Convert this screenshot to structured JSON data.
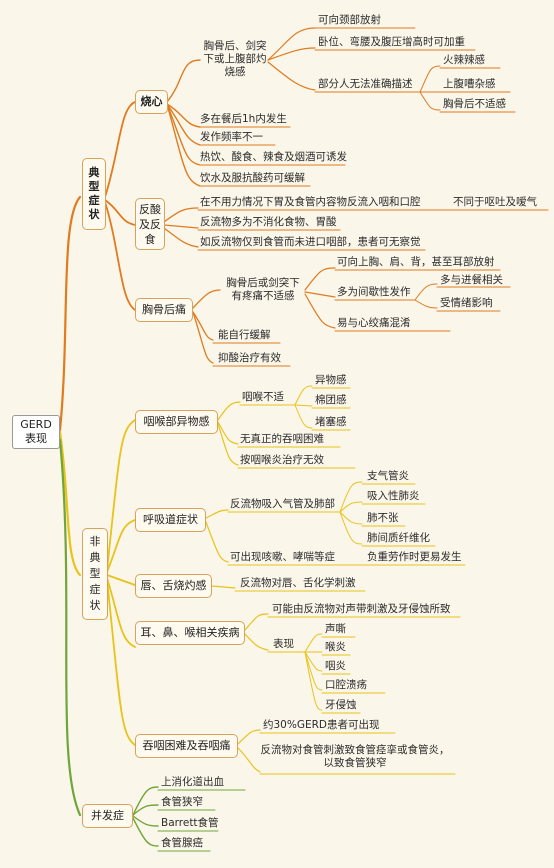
{
  "root": "GERD 表现",
  "typical": {
    "label": "典型症状",
    "heartburn": {
      "label": "烧心",
      "desc": "胸骨后、剑突下或上腹部灼烧感",
      "radiate": "可向颈部放射",
      "posture": "卧位、弯腰及腹压增高时可加重",
      "unclear": "部分人无法准确描述",
      "unclear_items": [
        "火辣辣感",
        "上腹嘈杂感",
        "胸骨后不适感"
      ],
      "items": [
        "多在餐后1h内发生",
        "发作频率不一",
        "热饮、酸食、辣食及烟酒可诱发",
        "饮水及服抗酸药可缓解"
      ]
    },
    "regurgitation": {
      "label": "反酸及反食",
      "items": [
        "在不用力情况下胃及食管内容物反流入咽和口腔",
        "反流物多为不消化食物、胃酸",
        "如反流物仅到食管而未进口咽部，患者可无察觉"
      ],
      "note": "不同于呕吐及嗳气"
    },
    "chest_pain": {
      "label": "胸骨后痛",
      "desc": "胸骨后或剑突下有疼痛不适感",
      "radiate": "可向上胸、肩、背，甚至耳部放射",
      "pressure": "多为间歇性发作",
      "pressure_items": [
        "多与进餐相关",
        "受情绪影响"
      ],
      "confuse": "易与心绞痛混淆",
      "items": [
        "能自行缓解",
        "抑酸治疗有效"
      ]
    }
  },
  "atypical": {
    "label": "非典型症状",
    "throat": {
      "label": "咽喉部异物感",
      "sub": "咽喉不适",
      "sub_items": [
        "异物感",
        "棉团感",
        "堵塞感"
      ],
      "items": [
        "无真正的吞咽困难",
        "按咽喉炎治疗无效"
      ]
    },
    "respiratory": {
      "label": "呼吸道症状",
      "sub": "反流物吸入气管及肺部",
      "sub_items": [
        "支气管炎",
        "吸入性肺炎",
        "肺不张",
        "肺间质纤维化"
      ],
      "cough": "可出现咳嗽、哮喘等症",
      "cough_note": "负重劳作时更易发生"
    },
    "lip": {
      "label": "唇、舌烧灼感",
      "item": "反流物对唇、舌化学刺激"
    },
    "ent": {
      "label": "耳、鼻、喉相关疾病",
      "cause": "可能由反流物对声带刺激及牙侵蚀所致",
      "sub": "表现",
      "sub_items": [
        "声嘶",
        "喉炎",
        "咽炎",
        "口腔溃疡",
        "牙侵蚀"
      ]
    },
    "dysphagia": {
      "label": "吞咽困难及吞咽痛",
      "items": [
        "约30%GERD患者可出现",
        "反流物对食管刺激致食管痉挛或食管炎，以致食管狭窄"
      ]
    }
  },
  "complications": {
    "label": "并发症",
    "items": [
      "上消化道出血",
      "食管狭窄",
      "Barrett食管",
      "食管腺癌"
    ]
  }
}
